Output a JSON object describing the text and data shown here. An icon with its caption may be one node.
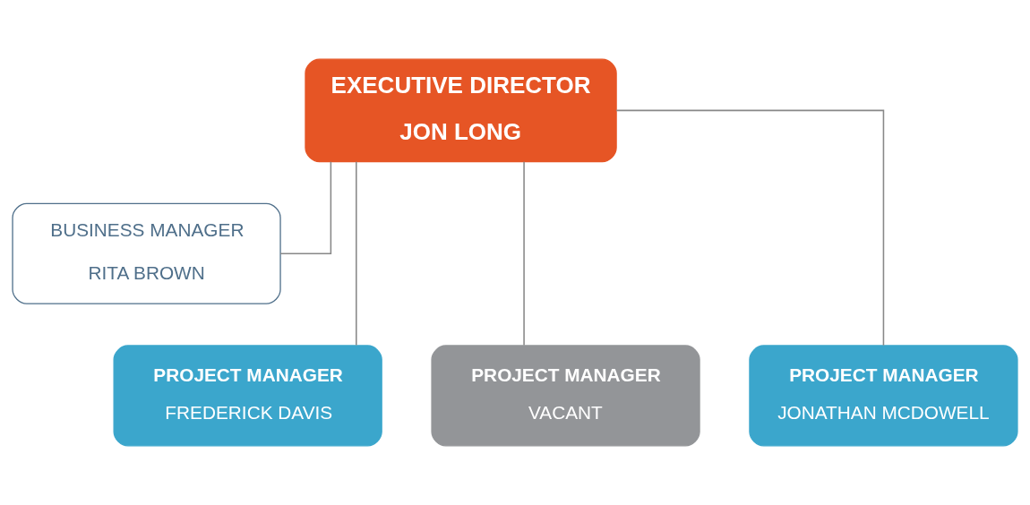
{
  "diagram": {
    "nodes": [
      {
        "text": [
          "EXECUTIVE DIRECTOR",
          "JON LONG"
        ]
      },
      {
        "text": [
          "BUSINESS MANAGER",
          "RITA BROWN"
        ]
      },
      {
        "text": [
          "PROJECT MANAGER",
          "FREDERICK DAVIS"
        ]
      },
      {
        "text": [
          "PROJECT MANAGER",
          "VACANT"
        ]
      },
      {
        "text": [
          "PROJECT MANAGER",
          "JONATHAN MCDOWELL"
        ]
      }
    ],
    "edges": [
      {
        "from": 0,
        "to": 1,
        "arrow": "none"
      },
      {
        "from": 0,
        "to": 2,
        "arrow": "none"
      },
      {
        "from": 0,
        "to": 3,
        "arrow": "none"
      },
      {
        "from": 0,
        "to": 4,
        "arrow": "none"
      }
    ]
  }
}
